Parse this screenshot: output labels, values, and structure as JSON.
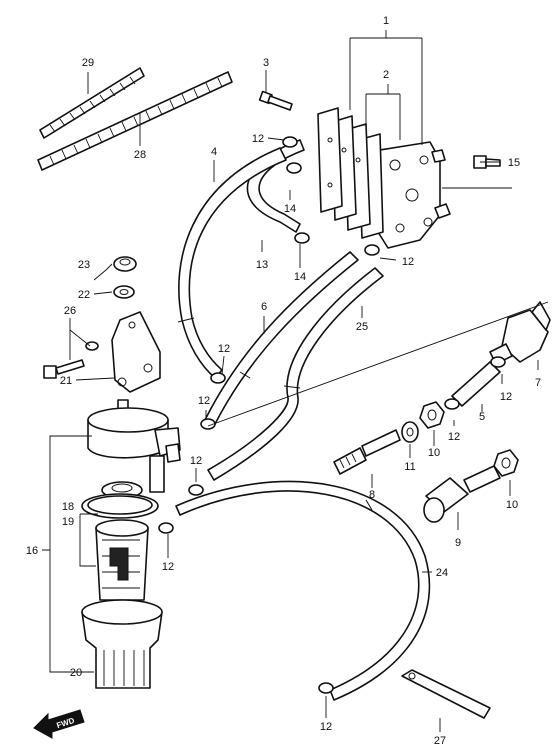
{
  "labels": [
    {
      "id": "1",
      "text": "1"
    },
    {
      "id": "2",
      "text": "2"
    },
    {
      "id": "3",
      "text": "3"
    },
    {
      "id": "4",
      "text": "4"
    },
    {
      "id": "5",
      "text": "5"
    },
    {
      "id": "6",
      "text": "6"
    },
    {
      "id": "7",
      "text": "7"
    },
    {
      "id": "8",
      "text": "8"
    },
    {
      "id": "9",
      "text": "9"
    },
    {
      "id": "10a",
      "text": "10"
    },
    {
      "id": "10b",
      "text": "10"
    },
    {
      "id": "11",
      "text": "11"
    },
    {
      "id": "12a",
      "text": "12"
    },
    {
      "id": "12b",
      "text": "12"
    },
    {
      "id": "12c",
      "text": "12"
    },
    {
      "id": "12d",
      "text": "12"
    },
    {
      "id": "12e",
      "text": "12"
    },
    {
      "id": "12f",
      "text": "12"
    },
    {
      "id": "12g",
      "text": "12"
    },
    {
      "id": "12h",
      "text": "12"
    },
    {
      "id": "12i",
      "text": "12"
    },
    {
      "id": "13",
      "text": "13"
    },
    {
      "id": "14a",
      "text": "14"
    },
    {
      "id": "14b",
      "text": "14"
    },
    {
      "id": "15",
      "text": "15"
    },
    {
      "id": "16",
      "text": "16"
    },
    {
      "id": "18",
      "text": "18"
    },
    {
      "id": "19",
      "text": "19"
    },
    {
      "id": "20",
      "text": "20"
    },
    {
      "id": "21",
      "text": "21"
    },
    {
      "id": "22",
      "text": "22"
    },
    {
      "id": "23",
      "text": "23"
    },
    {
      "id": "24",
      "text": "24"
    },
    {
      "id": "25",
      "text": "25"
    },
    {
      "id": "26",
      "text": "26"
    },
    {
      "id": "27",
      "text": "27"
    },
    {
      "id": "28",
      "text": "28"
    },
    {
      "id": "29",
      "text": "29"
    }
  ],
  "fwd_marker": "FWD"
}
